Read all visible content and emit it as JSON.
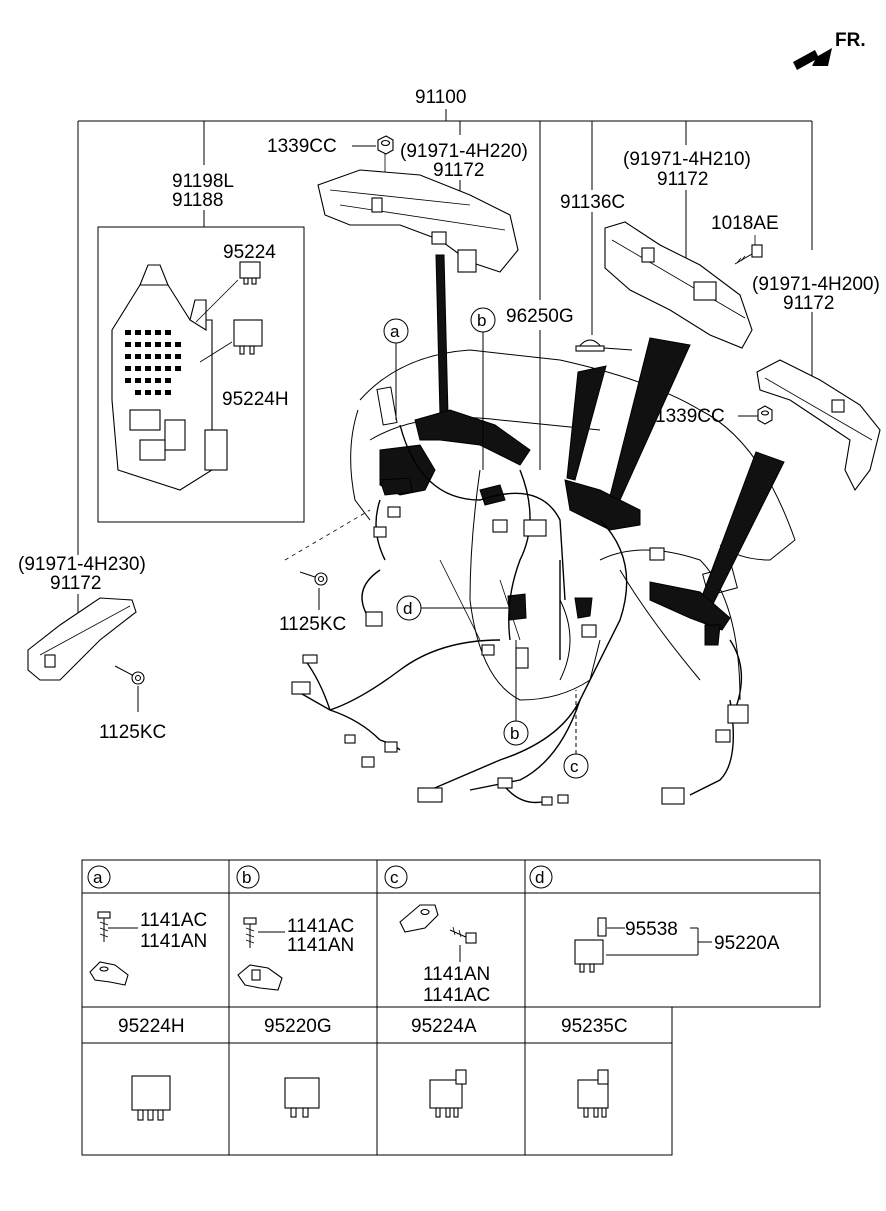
{
  "header": {
    "direction_label": "FR.",
    "main_part": "91100"
  },
  "parts": {
    "p1339cc_top": "1339CC",
    "p91971_4h220": "(91971-4H220)",
    "p91172_a": "91172",
    "p91198l": "91198L",
    "p91188": "91188",
    "p95224": "95224",
    "p95224h": "95224H",
    "p91136c": "91136C",
    "p91971_4h210": "(91971-4H210)",
    "p91172_b": "91172",
    "p1018ae": "1018AE",
    "p96250g": "96250G",
    "p91971_4h200": "(91971-4H200)",
    "p91172_c": "91172",
    "p1339cc_right": "1339CC",
    "p91971_4h230": "(91971-4H230)",
    "p91172_d": "91172",
    "p1125kc_mid": "1125KC",
    "p1125kc_left": "1125KC"
  },
  "callouts": {
    "a": "a",
    "b": "b",
    "c": "c",
    "d": "d"
  },
  "detail_table": {
    "row1": [
      {
        "key": "a",
        "parts": [
          "1141AC",
          "1141AN"
        ]
      },
      {
        "key": "b",
        "parts": [
          "1141AC",
          "1141AN"
        ]
      },
      {
        "key": "c",
        "parts": [
          "1141AN",
          "1141AC"
        ]
      },
      {
        "key": "d",
        "parts": [
          "95538",
          "95220A"
        ]
      }
    ],
    "row2": [
      {
        "label": "95224H"
      },
      {
        "label": "95220G"
      },
      {
        "label": "95224A"
      },
      {
        "label": "95235C"
      }
    ]
  }
}
